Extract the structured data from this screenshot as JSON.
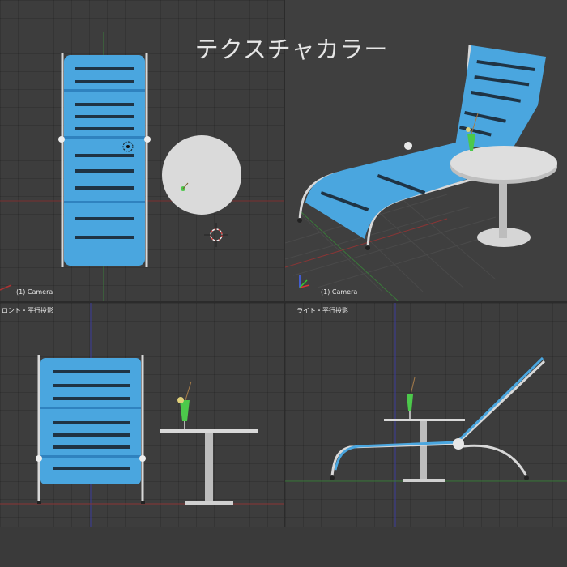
{
  "title": "テクスチャカラー",
  "viewports": {
    "top_left": {
      "label": "(1) Camera"
    },
    "top_right": {
      "label": "(1) Camera"
    },
    "bottom_left": {
      "label": "ロント・平行投影"
    },
    "bottom_right": {
      "label": "ライト・平行投影"
    }
  },
  "colors": {
    "cushion": "#4aa6df",
    "cushion_shadow": "#2f82bf",
    "slat": "#1f3344",
    "frame": "#d8d8d8",
    "table": "#d9d9d9",
    "drink": "#4cc94b",
    "axis_red": "#8a3535",
    "axis_green": "#3a7a3a",
    "axis_blue": "#3a3a9a"
  },
  "icons": [
    "camera-icon",
    "3d-cursor-icon",
    "axis-gizmo-icon",
    "light-icon"
  ]
}
